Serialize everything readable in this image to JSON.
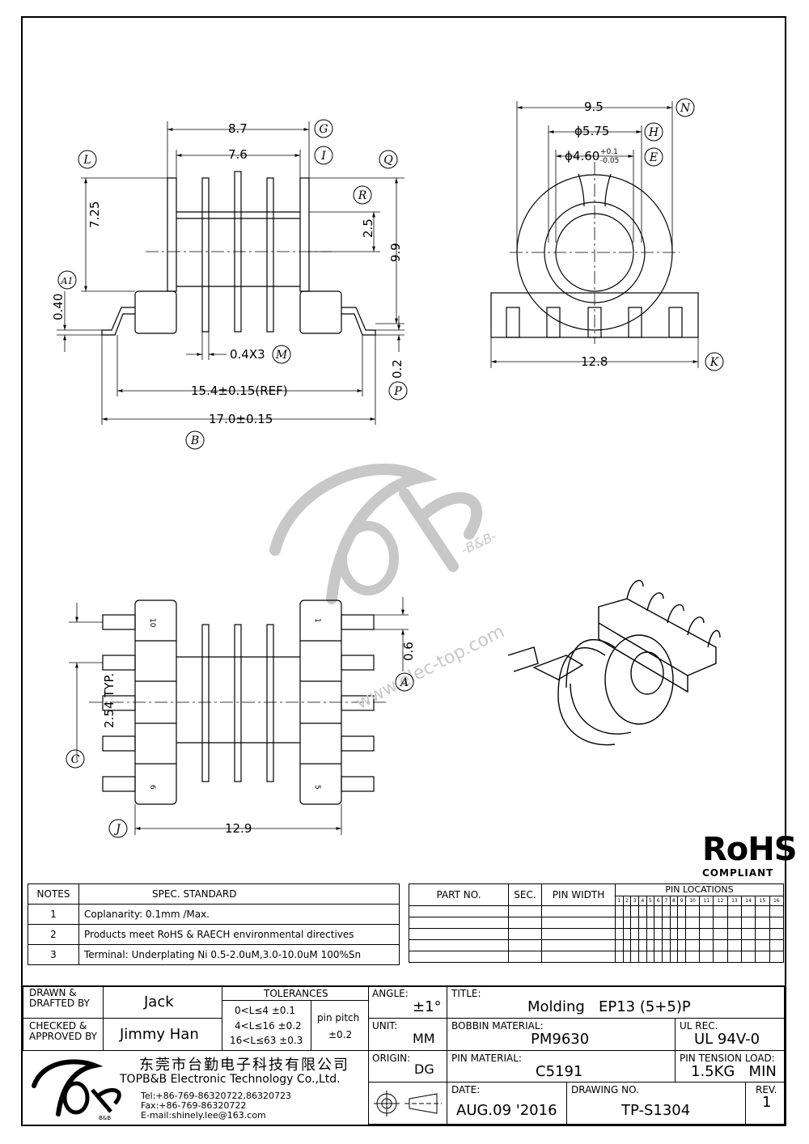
{
  "dims": {
    "w87": "8.7",
    "w76": "7.6",
    "h725": "7.25",
    "h25": "2.5",
    "h99": "9.9",
    "h040": "0.40",
    "pin04": "0.4X3",
    "h02": "0.2",
    "w154": "15.4±0.15(REF)",
    "w170": "17.0±0.15",
    "w95": "9.5",
    "d575": "ϕ5.75",
    "d460": "ϕ4.60",
    "tol_up": "+0.1",
    "tol_dn": "-0.05",
    "w128": "12.8",
    "pitch": "2.54 TYP.",
    "h06": "0.6",
    "w129": "12.9"
  },
  "markers": {
    "G": "G",
    "I": "I",
    "L": "L",
    "Q": "Q",
    "R": "R",
    "A1": "A1",
    "M": "M",
    "P": "P",
    "B": "B",
    "N": "N",
    "H": "H",
    "E": "E",
    "K": "K",
    "A": "A",
    "C": "C",
    "J": "J"
  },
  "pin_numbers": {
    "p10": "10",
    "p1": "1",
    "p6": "6",
    "p5": "5"
  },
  "watermark": {
    "brand": "-B&B-",
    "url": "www.elec-top.com"
  },
  "rohs": {
    "title": "RoHS",
    "sub": "COMPLIANT"
  },
  "notes": {
    "header": [
      "NOTES",
      "SPEC. STANDARD"
    ],
    "rows": [
      [
        "1",
        "Coplanarity: 0.1mm  /Max."
      ],
      [
        "2",
        "Products meet RoHS & RAECH environmental directives"
      ],
      [
        "3",
        "Terminal: Underplating Ni 0.5-2.0uM,3.0-10.0uM 100%Sn"
      ]
    ]
  },
  "parts": {
    "header": [
      "PART NO.",
      "SEC.",
      "PIN WIDTH",
      "PIN  LOCATIONS"
    ],
    "pins": [
      "1",
      "2",
      "3",
      "4",
      "5",
      "6",
      "7",
      "8",
      "9",
      "10",
      "11",
      "12",
      "13",
      "14",
      "15",
      "16"
    ]
  },
  "title_block": {
    "drawn_lbl": "DRAWN &\nDRAFTED BY",
    "drawn": "Jack",
    "checked_lbl": "CHECKED &\nAPPROVED BY",
    "checked": "Jimmy Han",
    "tol_lbl": "TOLERANCES",
    "tol1": "0<L≤4   ±0.1",
    "tol2": "4<L≤16  ±0.2",
    "tol3": "16<L≤63  ±0.3",
    "pitch_lbl": "pin pitch",
    "pitch_val": "±0.2",
    "angle_lbl": "ANGLE:",
    "angle": "±1°",
    "unit_lbl": "UNIT:",
    "unit": "MM",
    "origin_lbl": "ORIGIN:",
    "origin": "DG",
    "title_lbl": "TITLE:",
    "title": "Molding   EP13 (5+5)P",
    "bobbin_lbl": "BOBBIN MATERIAL:",
    "bobbin": "PM9630",
    "ul_lbl": "UL REC.",
    "ul": "UL 94V-0",
    "pinmat_lbl": "PIN MATERIAL:",
    "pinmat": "C5191",
    "tension_lbl": "PIN TENSION LOAD:",
    "tension": "1.5KG   MIN",
    "date_lbl": "DATE:",
    "date": "AUG.09 '2016",
    "dwgno_lbl": "DRAWING NO.",
    "dwgno": "TP-S1304",
    "rev_lbl": "REV.",
    "rev": "1"
  },
  "company": {
    "cn": "东莞市台勤电子科技有限公司",
    "en": "TOPB&B Electronic Technology Co.,Ltd.",
    "tel": "Tel:+86-769-86320722,86320723",
    "fax": "Fax:+86-769-86320722",
    "email": "E-mail:shinely.lee@163.com",
    "logo_bb": "B&B"
  }
}
